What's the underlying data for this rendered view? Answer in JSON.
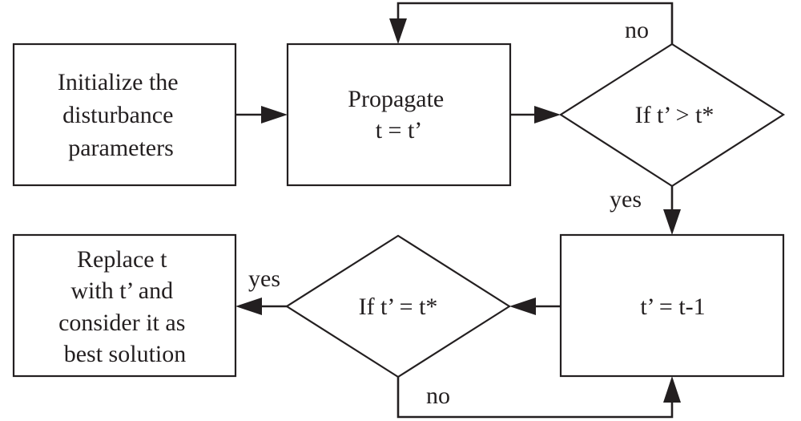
{
  "nodes": {
    "init": {
      "lines": [
        "Initialize the",
        "disturbance",
        "parameters"
      ]
    },
    "propagate": {
      "lines": [
        "Propagate",
        "t = t’"
      ]
    },
    "check_gt": {
      "text": "If t’ > t*"
    },
    "decrement": {
      "text": "t’ = t-1"
    },
    "check_eq": {
      "text": "If t’ = t*"
    },
    "replace": {
      "lines": [
        "Replace t",
        "with t’ and",
        "consider it as",
        "best solution"
      ]
    }
  },
  "edges": {
    "gt_no": "no",
    "gt_yes": "yes",
    "eq_yes": "yes",
    "eq_no": "no"
  },
  "colors": {
    "stroke": "#231f20",
    "background": "#ffffff"
  }
}
